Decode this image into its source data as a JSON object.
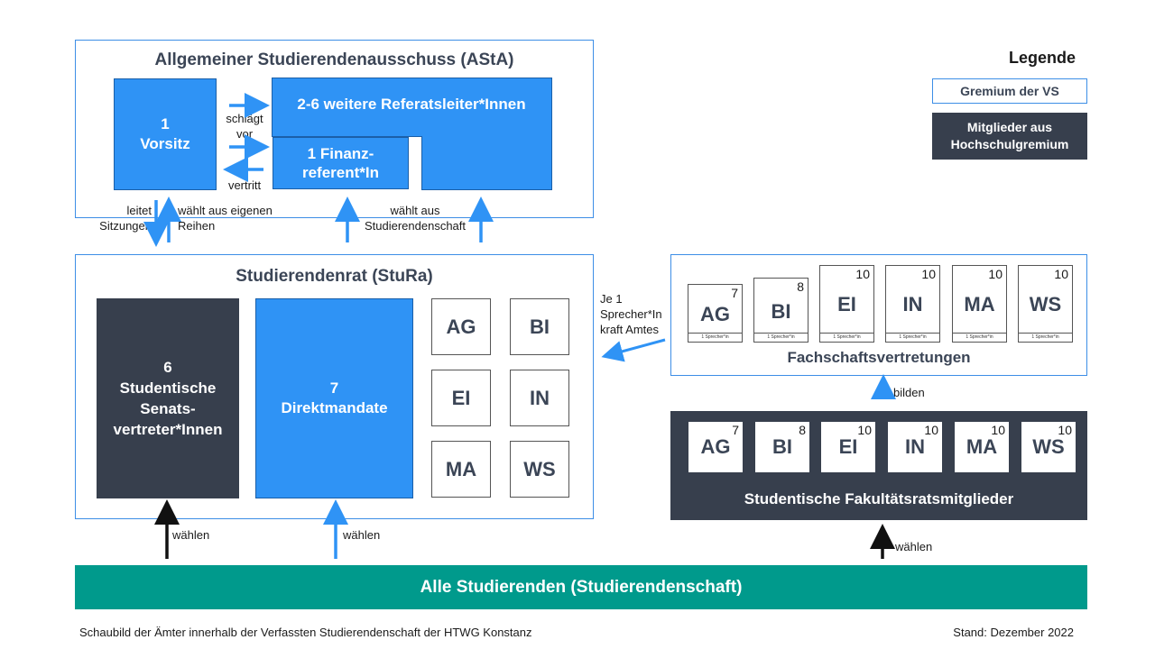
{
  "asta": {
    "title": "Allgemeiner Studierendenausschuss (AStA)",
    "vorsitz_num": "1",
    "vorsitz_label": "Vorsitz",
    "referats_label": "2-6 weitere Referatsleiter*Innen",
    "finanz_label_1": "1 Finanz-",
    "finanz_label_2": "referent*In",
    "schlaegt_1": "schlägt",
    "schlaegt_2": "vor",
    "vertritt": "vertritt"
  },
  "connectors": {
    "leitet_1": "leitet",
    "leitet_2": "Sitzungen",
    "waehlt_eigene_1": "wählt aus eigenen",
    "waehlt_eigene_2": "Reihen",
    "waehlt_aus_1": "wählt aus",
    "waehlt_aus_2": "Studierendenschaft",
    "je1_1": "Je 1",
    "je1_2": "Sprecher*In",
    "je1_3": "kraft Amtes",
    "bilden": "bilden",
    "waehlen_left": "wählen",
    "waehlen_mid": "wählen",
    "waehlen_right": "wählen"
  },
  "stura": {
    "title": "Studierendenrat (StuRa)",
    "senat_num": "6",
    "senat_1": "Studentische",
    "senat_2": "Senats-",
    "senat_3": "vertreter*Innen",
    "direkt_num": "7",
    "direkt_label": "Direktmandate",
    "faculties": [
      "AG",
      "BI",
      "EI",
      "IN",
      "MA",
      "WS"
    ]
  },
  "fachschaft": {
    "title": "Fachschaftsvertretungen",
    "speaker_note": "1 Sprecher*in",
    "tiles": [
      {
        "label": "AG",
        "num": "7"
      },
      {
        "label": "BI",
        "num": "8"
      },
      {
        "label": "EI",
        "num": "10"
      },
      {
        "label": "IN",
        "num": "10"
      },
      {
        "label": "MA",
        "num": "10"
      },
      {
        "label": "WS",
        "num": "10"
      }
    ]
  },
  "fakultaet": {
    "title": "Studentische Fakultätsratsmitglieder",
    "tiles": [
      {
        "label": "AG",
        "num": "7"
      },
      {
        "label": "BI",
        "num": "8"
      },
      {
        "label": "EI",
        "num": "10"
      },
      {
        "label": "IN",
        "num": "10"
      },
      {
        "label": "MA",
        "num": "10"
      },
      {
        "label": "WS",
        "num": "10"
      }
    ]
  },
  "legend": {
    "title": "Legende",
    "gremium": "Gremium der VS",
    "mitglieder_1": "Mitglieder aus",
    "mitglieder_2": "Hochschulgremium"
  },
  "bottom_bar": "Alle Studierenden (Studierendenschaft)",
  "footer": {
    "caption": "Schaubild der Ämter innerhalb der Verfassten Studierendenschaft der HTWG Konstanz",
    "stand": "Stand: Dezember 2022"
  },
  "colors": {
    "blue": "#2f93f5",
    "dark": "#373f4d",
    "teal": "#009a8c",
    "frame": "#3d8ee6"
  }
}
